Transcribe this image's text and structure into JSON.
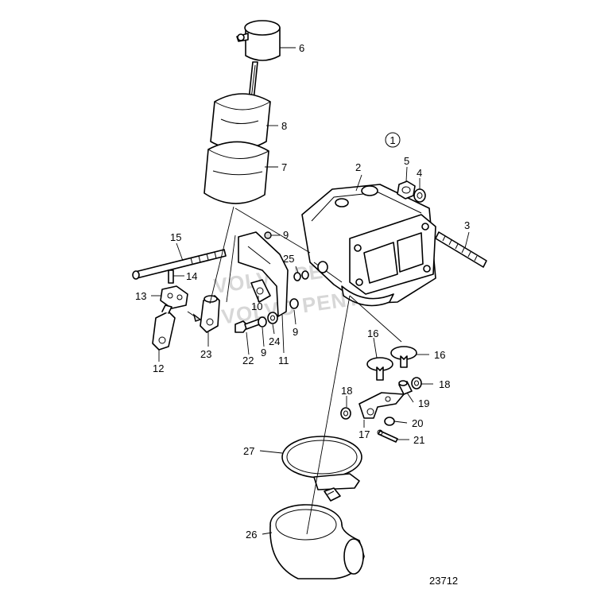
{
  "diagram": {
    "drawing_number": "23712",
    "circled_label": "1",
    "watermark": [
      "VOLVO PENTA",
      "VOLVO PENTA"
    ],
    "callouts": [
      {
        "id": "callout-6",
        "text": "6"
      },
      {
        "id": "callout-8",
        "text": "8"
      },
      {
        "id": "callout-7",
        "text": "7"
      },
      {
        "id": "callout-2",
        "text": "2"
      },
      {
        "id": "callout-5",
        "text": "5"
      },
      {
        "id": "callout-4",
        "text": "4"
      },
      {
        "id": "callout-3",
        "text": "3"
      },
      {
        "id": "callout-9a",
        "text": "9"
      },
      {
        "id": "callout-15",
        "text": "15"
      },
      {
        "id": "callout-25",
        "text": "25"
      },
      {
        "id": "callout-14",
        "text": "14"
      },
      {
        "id": "callout-13",
        "text": "13"
      },
      {
        "id": "callout-10",
        "text": "10"
      },
      {
        "id": "callout-9b",
        "text": "9"
      },
      {
        "id": "callout-12",
        "text": "12"
      },
      {
        "id": "callout-23",
        "text": "23"
      },
      {
        "id": "callout-22",
        "text": "22"
      },
      {
        "id": "callout-9c",
        "text": "9"
      },
      {
        "id": "callout-24",
        "text": "24"
      },
      {
        "id": "callout-11",
        "text": "11"
      },
      {
        "id": "callout-16a",
        "text": "16"
      },
      {
        "id": "callout-16b",
        "text": "16"
      },
      {
        "id": "callout-18a",
        "text": "18"
      },
      {
        "id": "callout-18b",
        "text": "18"
      },
      {
        "id": "callout-19",
        "text": "19"
      },
      {
        "id": "callout-20",
        "text": "20"
      },
      {
        "id": "callout-17",
        "text": "17"
      },
      {
        "id": "callout-21",
        "text": "21"
      },
      {
        "id": "callout-27",
        "text": "27"
      },
      {
        "id": "callout-26",
        "text": "26"
      }
    ]
  }
}
